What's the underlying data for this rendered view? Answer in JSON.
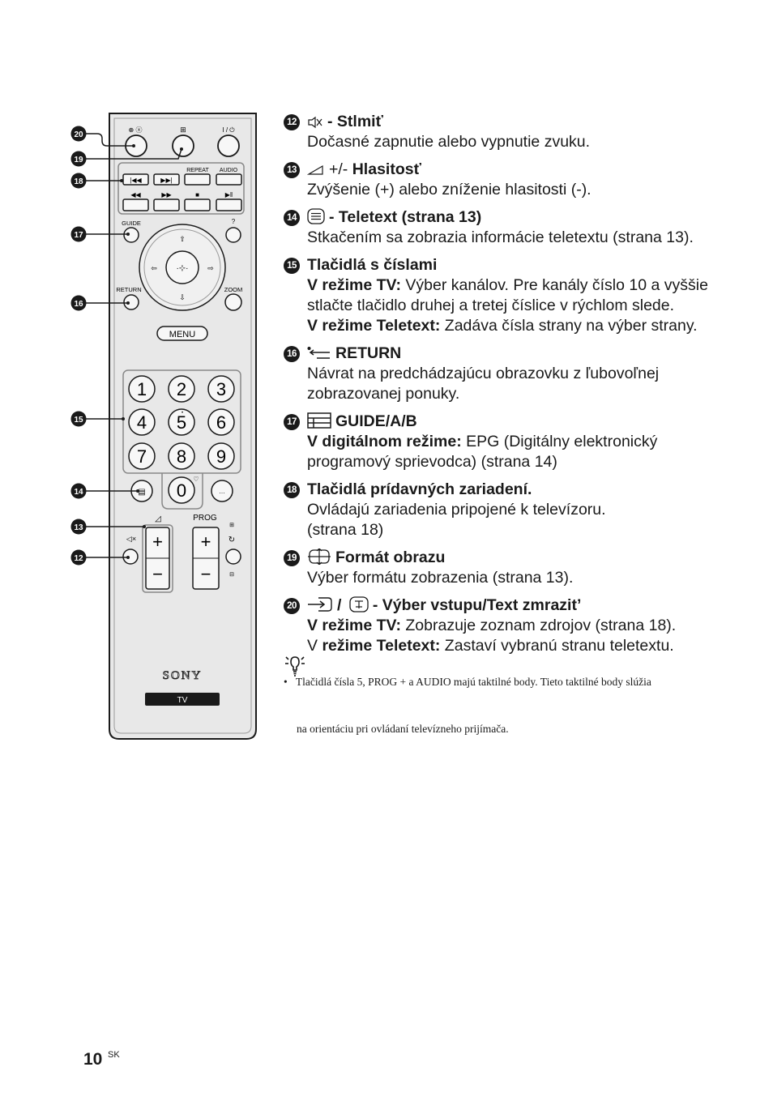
{
  "remote": {
    "callouts": [
      "20",
      "19",
      "18",
      "17",
      "16",
      "15",
      "14",
      "13",
      "12"
    ],
    "labels": {
      "power": "I / ⏻",
      "repeat": "REPEAT",
      "audio": "AUDIO",
      "guide": "GUIDE",
      "return": "RETURN",
      "zoom": "ZOOM",
      "menu": "MENU",
      "prog": "PROG",
      "plus": "+",
      "minus": "−",
      "brand": "SONY",
      "tv": "TV"
    },
    "digits": [
      "1",
      "2",
      "3",
      "4",
      "5",
      "6",
      "7",
      "8",
      "9",
      "0"
    ]
  },
  "items": [
    {
      "num": "12",
      "icon": "mute-icon",
      "title": "- Stlmiť",
      "lines": [
        "Dočasné zapnutie alebo vypnutie zvuku."
      ]
    },
    {
      "num": "13",
      "icon": "volume-icon",
      "prefix": "+/- ",
      "title": "Hlasitosť",
      "lines": [
        "Zvýšenie (+) alebo zníženie hlasitosti (-)."
      ]
    },
    {
      "num": "14",
      "icon": "teletext-icon",
      "title": "- Teletext (strana 13)",
      "lines": [
        "Stkačením sa zobrazia informácie teletextu (strana 13)."
      ]
    },
    {
      "num": "15",
      "title": "Tlačidlá s číslami",
      "mode1_label": "V režime TV:",
      "mode1_text": " Výber kanálov. Pre kanály číslo 10 a vyššie stlačte tlačidlo druhej a tretej číslice v rýchlom slede.",
      "mode2_label": "V režime Teletext:",
      "mode2_text": " Zadáva čísla strany na výber strany."
    },
    {
      "num": "16",
      "icon": "return-icon",
      "title": "RETURN",
      "lines": [
        "Návrat na predchádzajúcu obrazovku z ľubovoľnej zobrazovanej ponuky."
      ]
    },
    {
      "num": "17",
      "icon": "guide-icon",
      "title": "GUIDE/A/B",
      "mode1_label": "V digitálnom režime:",
      "mode1_text": " EPG (Digitálny elektronický programový sprievodca) (strana 14)"
    },
    {
      "num": "18",
      "title": "Tlačidlá prídavných zariadení.",
      "lines": [
        "Ovládajú zariadenia pripojené k televízoru.",
        "(strana 18)"
      ]
    },
    {
      "num": "19",
      "icon": "picture-format-icon",
      "title": "Formát obrazu",
      "lines": [
        "Výber formátu zobrazenia (strana 13)."
      ]
    },
    {
      "num": "20",
      "icon": "input-icon",
      "title": "- Výber vstupu/Text zmrazit’",
      "sep": "/",
      "mode1_label": "V režime TV:",
      "mode1_text": " Zobrazuje zoznam zdrojov (strana 18).",
      "mode2_prefix": "V ",
      "mode2_label": "režime Teletext:",
      "mode2_text": " Zastaví vybranú stranu teletextu."
    }
  ],
  "tip": {
    "bullet": "•",
    "line1": "Tlačidlá čísla 5, PROG + a AUDIO majú taktilné body. Tieto taktilné body slúžia",
    "line2": "na orientáciu pri ovládaní televízneho prijímača."
  },
  "page": {
    "number": "10",
    "lang": "SK"
  }
}
